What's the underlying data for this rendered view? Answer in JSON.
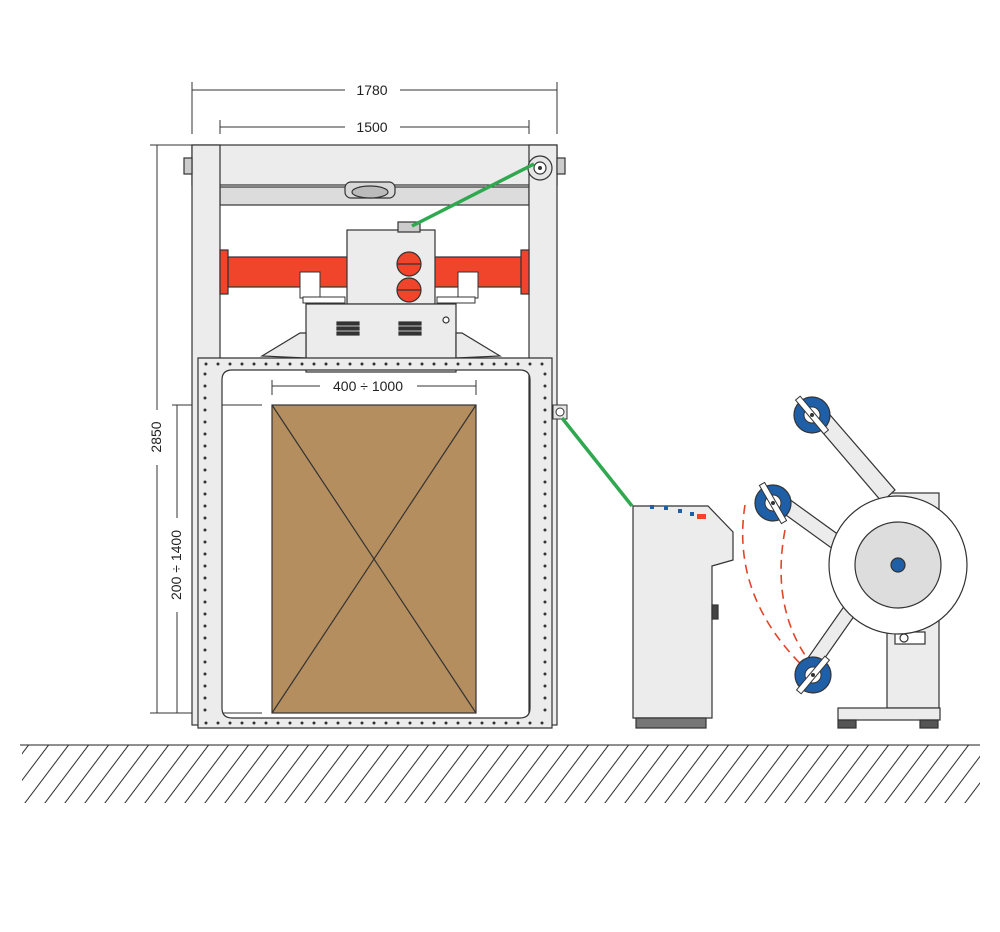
{
  "dimensions": {
    "overall_width": "1780",
    "inner_width": "1500",
    "overall_height": "2850",
    "product_height_range": "200 ÷ 1400",
    "product_width_range": "400 ÷ 1000"
  },
  "colors": {
    "frame": "#ececec",
    "frame_stroke": "#333333",
    "carriage_arm": "#f0452b",
    "film": "#2fa84f",
    "product_box": "#b58e5f",
    "spool_blue": "#1f5fa8",
    "path_dashed": "#e0452b",
    "floor_hatch": "#222222"
  },
  "icons": {
    "film_roll": "film-roll-icon",
    "spool": "spool-icon",
    "control_panel": "control-panel-icon"
  }
}
